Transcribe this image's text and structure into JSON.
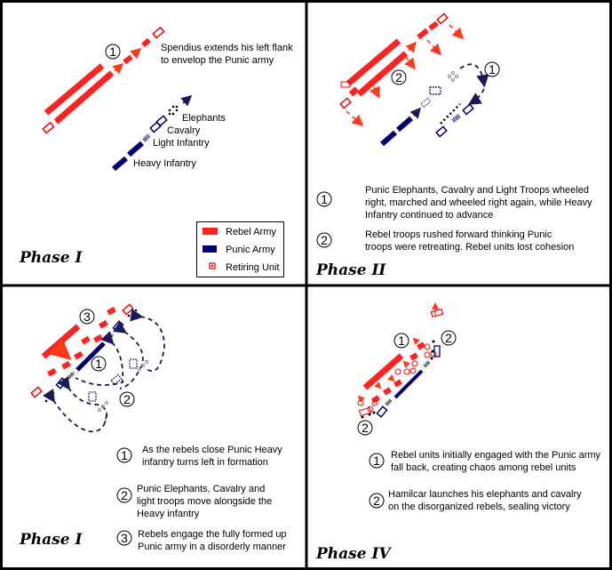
{
  "colors": {
    "rebel": "#ff2222",
    "punic": "#000070",
    "border": "#000000"
  },
  "phase1": {
    "title": "Phase I",
    "marker": "1",
    "note": [
      "Spendius extends his left flank",
      "to envelop the Punic army"
    ],
    "labels": {
      "elephants": "Elephants",
      "cavalry": "Cavalry",
      "light_infantry": "Light Infantry",
      "heavy_infantry": "Heavy Infantry"
    },
    "legend": [
      {
        "label": "Rebel Army",
        "icon": "rebel-swatch"
      },
      {
        "label": "Punic Army",
        "icon": "punic-swatch"
      },
      {
        "label": "Retiring Unit",
        "icon": "retiring-unit-symbol"
      }
    ]
  },
  "phase2": {
    "title": "Phase II",
    "markers": [
      "1",
      "2"
    ],
    "notes": [
      {
        "num": "1",
        "lines": [
          "Punic Elephants, Cavalry and Light Troops wheeled",
          "right, marched and wheeled right again, while Heavy",
          "Infantry continued to advance"
        ]
      },
      {
        "num": "2",
        "lines": [
          "Rebel troops rushed forward thinking Punic",
          "troops were retreating. Rebel units lost cohesion"
        ]
      }
    ]
  },
  "phase3": {
    "title": "Phase I",
    "markers": [
      "3",
      "1",
      "2"
    ],
    "notes": [
      {
        "num": "1",
        "lines": [
          "As the rebels close Punic Heavy",
          "infantry turns left in formation"
        ]
      },
      {
        "num": "2",
        "lines": [
          "Punic Elephants, Cavalry and",
          "light troops move alongside the",
          "Heavy infantry"
        ]
      },
      {
        "num": "3",
        "lines": [
          "Rebels engage the fully formed up",
          "Punic army in a disorderly manner"
        ]
      }
    ]
  },
  "phase4": {
    "title": "Phase IV",
    "markers": [
      "1",
      "2",
      "2"
    ],
    "notes": [
      {
        "num": "1",
        "lines": [
          "Rebel units initially engaged with the Punic army",
          " fall back, creating chaos among rebel units"
        ]
      },
      {
        "num": "2",
        "lines": [
          "Hamilcar launches his elephants and cavalry",
          "on the disorganized rebels, sealing victory"
        ]
      }
    ]
  }
}
